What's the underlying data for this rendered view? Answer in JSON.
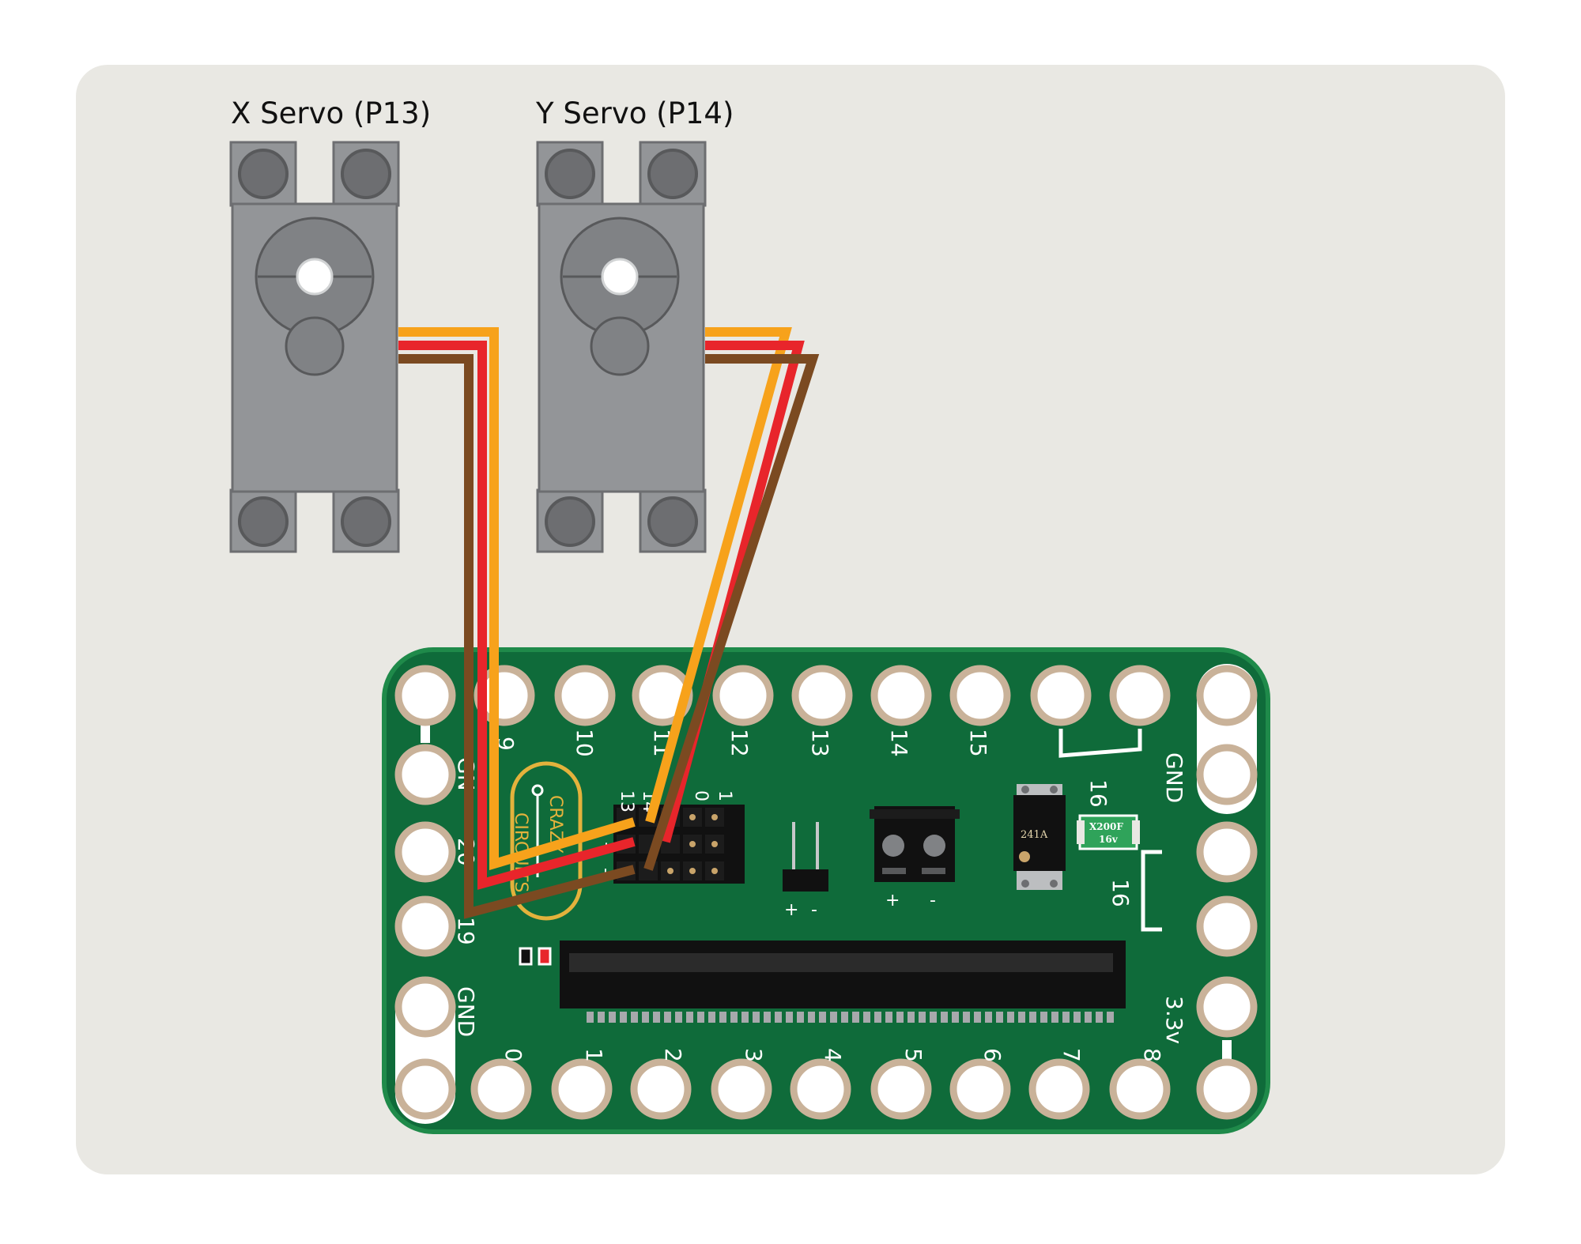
{
  "servos": [
    {
      "id": "x",
      "title": "X Servo (P13)"
    },
    {
      "id": "y",
      "title": "Y Servo (P14)"
    }
  ],
  "board": {
    "brand_line1": "CRAZY",
    "brand_line2": "CIRCUITS",
    "top_pin_labels": [
      "9",
      "10",
      "11",
      "12",
      "13",
      "14",
      "15"
    ],
    "left_pin_labels": [
      "GN",
      "20",
      "19"
    ],
    "right_top_label": "GND",
    "right_label_16a": "16",
    "right_label_16b": "16",
    "right_bottom_label": "3.3v",
    "left_bottom_label": "GND",
    "bottom_pin_labels": [
      "0",
      "1",
      "2",
      "3",
      "4",
      "5",
      "6",
      "7",
      "8"
    ],
    "header_labels": [
      "13",
      "14",
      "0",
      "1"
    ],
    "header_row_marks": [
      "+",
      "-"
    ],
    "dc_plus": "+",
    "dc_minus": "-",
    "terminal_plus": "+",
    "terminal_minus": "-",
    "chip_text": "241A",
    "fuse_line1": "X200F",
    "fuse_line2": "16v"
  },
  "colors": {
    "background_panel": "#e9e8e3",
    "pcb": "#0f6b3a",
    "pcb_edge": "#1f8a4a",
    "pad_ring": "#c9b299",
    "servo_body": "#939598",
    "wire_orange": "#f7a21b",
    "wire_red": "#e8252b",
    "wire_brown": "#7b4a21"
  }
}
